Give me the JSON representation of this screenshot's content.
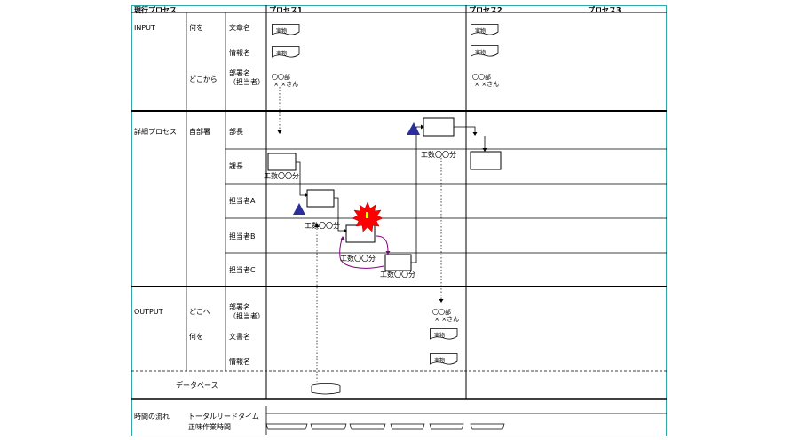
{
  "header": {
    "col0": "現行プロセス",
    "col1": "プロセス1",
    "col2": "プロセス2",
    "col3": "プロセス3"
  },
  "input": {
    "section": "INPUT",
    "what": "何を",
    "from": "どこから",
    "rows": [
      "文章名",
      "情報名",
      "部署名\n（担当者）"
    ],
    "docs": [
      "実物",
      "実物",
      "実物",
      "実物"
    ],
    "dept_p1": "〇〇部\n × ×さん",
    "dept_p2": "〇〇部\n × ×さん"
  },
  "detail": {
    "section": "詳細プロセス",
    "own_dept": "自部署",
    "roles": [
      "部長",
      "課長",
      "担当者A",
      "担当者B",
      "担当者C"
    ],
    "effort_labels": [
      "工数〇〇分",
      "工数〇〇分",
      "工数〇〇分",
      "工数〇〇分",
      "工数〇〇分"
    ]
  },
  "output": {
    "section": "OUTPUT",
    "to": "どこへ",
    "what": "何を",
    "rows": [
      "部署名\n（担当者）",
      "文書名",
      "情報名"
    ],
    "dept": "〇〇部\n × ×さん",
    "docs": [
      "実物",
      "実物"
    ],
    "database": "データベース"
  },
  "timeline": {
    "label": "時間の流れ",
    "lead_time": "トータルリードタイム",
    "work_time": "正味作業時間"
  },
  "colors": {
    "frame": "#2fa8a8",
    "triangle": "#2b2f9a",
    "burst": "#ff0000",
    "loop_arrow": "#800080"
  }
}
